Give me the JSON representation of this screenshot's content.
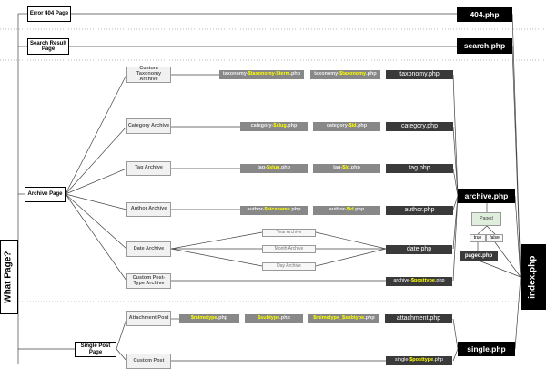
{
  "question": "What Page?",
  "pages": {
    "error404": "Error 404 Page",
    "search": "Search Result Page",
    "archive": "Archive Page",
    "single": "Single Post Page"
  },
  "archive_types": {
    "taxonomy": "Custom Taxonomy Archive",
    "category": "Category Archive",
    "tag": "Tag Archive",
    "author": "Author Archive",
    "date": "Date Archive",
    "cpt": "Custom Post-Type Archive"
  },
  "date_types": {
    "year": "Year Archive",
    "month": "Month Archive",
    "day": "Day Archive"
  },
  "single_types": {
    "attachment": "Attachment Post",
    "custom": "Custom Post"
  },
  "templates": {
    "tax1": [
      "taxonomy-",
      "$taxonomy-$term",
      ".php"
    ],
    "tax2": [
      "taxonomy-",
      "$taxonomy",
      ".php"
    ],
    "taxonomy": "taxonomy.php",
    "cat1": [
      "category-",
      "$slug",
      ".php"
    ],
    "cat2": [
      "category-",
      "$id",
      ".php"
    ],
    "category": "category.php",
    "tag1": [
      "tag-",
      "$slug",
      ".php"
    ],
    "tag2": [
      "tag-",
      "$id",
      ".php"
    ],
    "tag": "tag.php",
    "auth1": [
      "author-",
      "$nicename",
      ".php"
    ],
    "auth2": [
      "author-",
      "$id",
      ".php"
    ],
    "author": "author.php",
    "date": "date.php",
    "cpt": [
      "archive-",
      "$posttype",
      ".php"
    ],
    "att1": [
      "",
      "$mimetype",
      ".php"
    ],
    "att2": [
      "",
      "$subtype",
      ".php"
    ],
    "att3": [
      "",
      "$mimetype_$subtype",
      ".php"
    ],
    "attachment": "attachment.php",
    "single_cpt": [
      "single-",
      "$posttype",
      ".php"
    ]
  },
  "core": {
    "e404": "404.php",
    "search": "search.php",
    "archive": "archive.php",
    "single": "single.php",
    "index": "index.php",
    "paged_php": "paged.php"
  },
  "paged": {
    "label": "Paged",
    "true": "true",
    "false": "false"
  }
}
